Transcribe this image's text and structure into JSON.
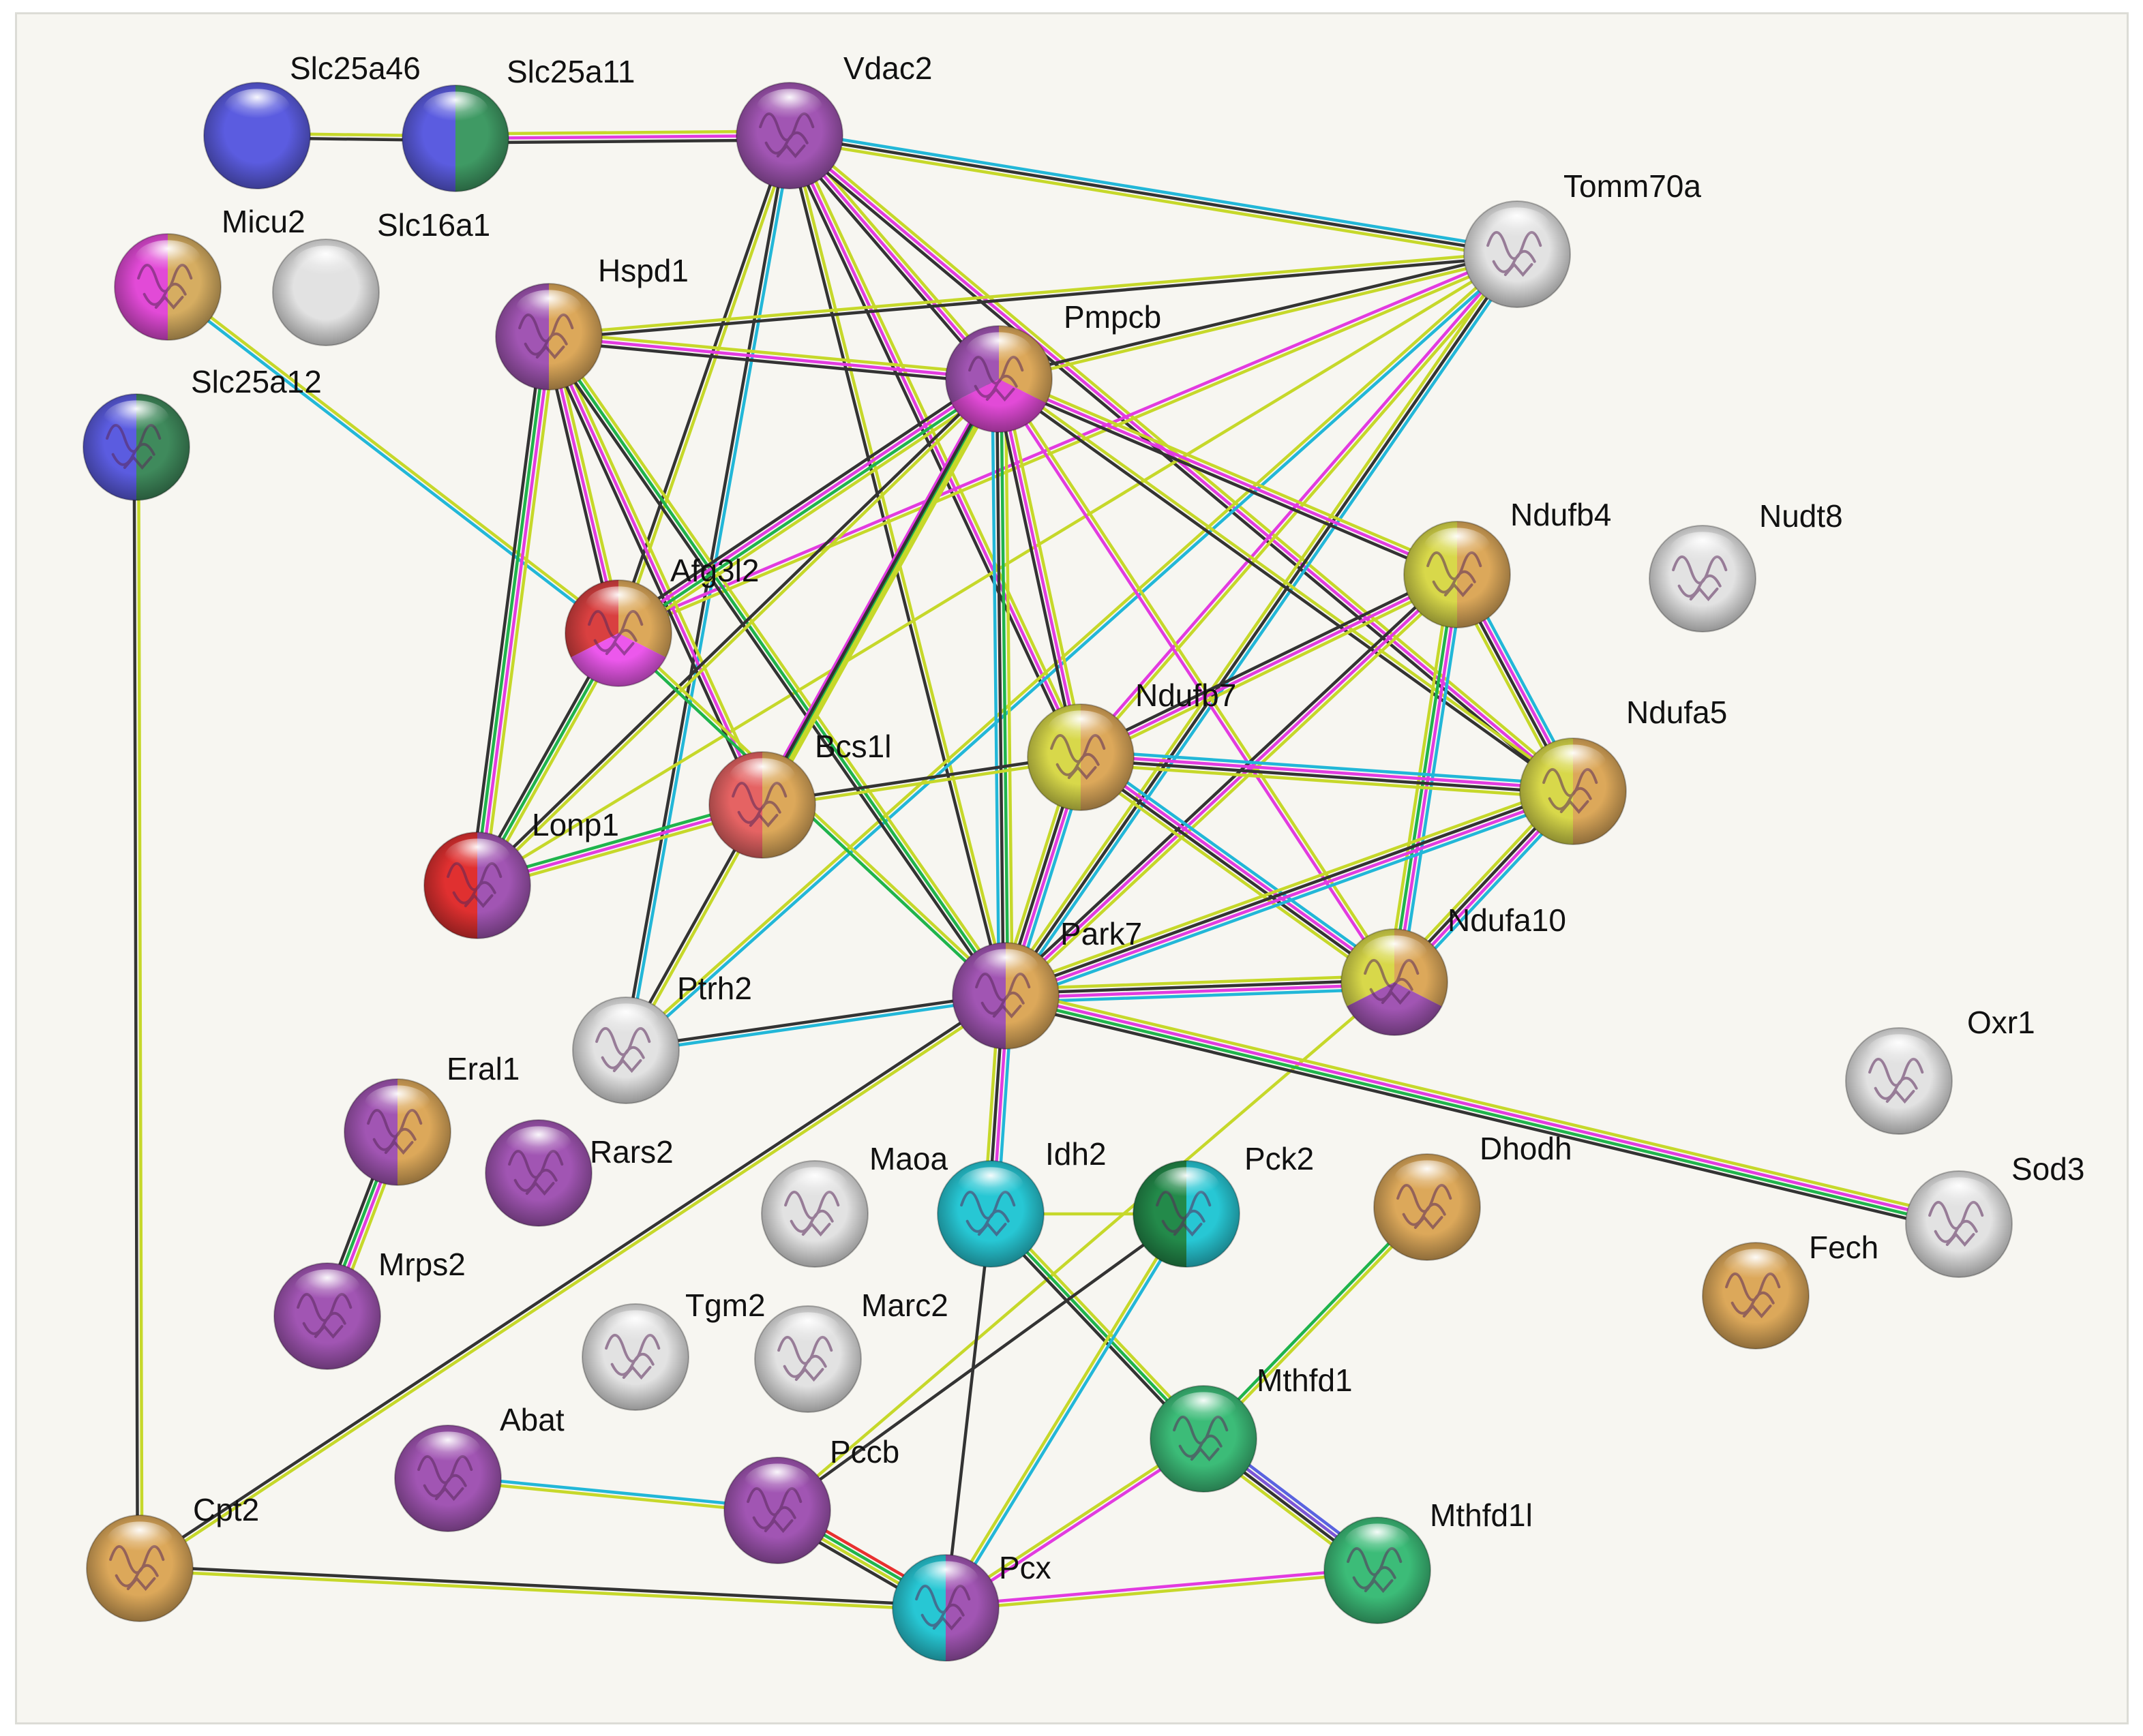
{
  "colors": {
    "yellowgreen": "#c6d82a",
    "black": "#333333",
    "magenta": "#e23be0",
    "cyan": "#22b7d8",
    "green": "#1fb44c",
    "blue": "#5a63e0",
    "red": "#e8302f",
    "violet": "#7b55d6"
  },
  "nodes": [
    {
      "id": "Slc25a46",
      "label": "Slc25a46",
      "fill": [
        "#5b5ce0"
      ],
      "structure": false
    },
    {
      "id": "Slc25a11",
      "label": "Slc25a11",
      "fill": [
        "#5b5ce0",
        "#3f9a64"
      ],
      "structure": false
    },
    {
      "id": "Vdac2",
      "label": "Vdac2",
      "fill": [
        "#a155b3"
      ],
      "structure": true
    },
    {
      "id": "Tomm70a",
      "label": "Tomm70a",
      "fill": [
        "#e2e2e2"
      ],
      "structure": true
    },
    {
      "id": "Micu2",
      "label": "Micu2",
      "fill": [
        "#e24ad7",
        "#d6ad61"
      ],
      "structure": true
    },
    {
      "id": "Slc16a1",
      "label": "Slc16a1",
      "fill": [
        "#e2e2e2"
      ],
      "structure": false
    },
    {
      "id": "Hspd1",
      "label": "Hspd1",
      "fill": [
        "#a155b3",
        "#dca85a"
      ],
      "structure": true
    },
    {
      "id": "Pmpcb",
      "label": "Pmpcb",
      "fill": [
        "#a155b3",
        "#dca85a",
        "#e24ad7"
      ],
      "structure": true
    },
    {
      "id": "Slc25a12",
      "label": "Slc25a12",
      "fill": [
        "#5b5ce0",
        "#3f8a5c"
      ],
      "structure": true
    },
    {
      "id": "Ndufb4",
      "label": "Ndufb4",
      "fill": [
        "#d8d84a",
        "#dca85a"
      ],
      "structure": true
    },
    {
      "id": "Nudt8",
      "label": "Nudt8",
      "fill": [
        "#e2e2e2"
      ],
      "structure": true
    },
    {
      "id": "Afg3l2",
      "label": "Afg3l2",
      "fill": [
        "#d94040",
        "#dca85a",
        "#ec58ec"
      ],
      "structure": true
    },
    {
      "id": "Ndufb7",
      "label": "Ndufb7",
      "fill": [
        "#d8d84a",
        "#dca85a"
      ],
      "structure": true
    },
    {
      "id": "Ndufa5",
      "label": "Ndufa5",
      "fill": [
        "#d8d84a",
        "#dca85a"
      ],
      "structure": true
    },
    {
      "id": "Bcs1l",
      "label": "Bcs1l",
      "fill": [
        "#e56363",
        "#dca85a"
      ],
      "structure": true
    },
    {
      "id": "Lonp1",
      "label": "Lonp1",
      "fill": [
        "#e03030",
        "#a155b3"
      ],
      "structure": true
    },
    {
      "id": "Park7",
      "label": "Park7",
      "fill": [
        "#a155b3",
        "#dca85a"
      ],
      "structure": true
    },
    {
      "id": "Ndufa10",
      "label": "Ndufa10",
      "fill": [
        "#d8d84a",
        "#dca85a",
        "#a155b3"
      ],
      "structure": true
    },
    {
      "id": "Ptrh2",
      "label": "Ptrh2",
      "fill": [
        "#e2e2e2"
      ],
      "structure": true
    },
    {
      "id": "Oxr1",
      "label": "Oxr1",
      "fill": [
        "#e2e2e2"
      ],
      "structure": true
    },
    {
      "id": "Eral1",
      "label": "Eral1",
      "fill": [
        "#a155b3",
        "#dca85a"
      ],
      "structure": true
    },
    {
      "id": "Rars2",
      "label": "Rars2",
      "fill": [
        "#a155b3"
      ],
      "structure": true
    },
    {
      "id": "Maoa",
      "label": "Maoa",
      "fill": [
        "#e2e2e2"
      ],
      "structure": true
    },
    {
      "id": "Idh2",
      "label": "Idh2",
      "fill": [
        "#27c7d4"
      ],
      "structure": true
    },
    {
      "id": "Pck2",
      "label": "Pck2",
      "fill": [
        "#238a4a",
        "#27c7d4"
      ],
      "structure": true
    },
    {
      "id": "Dhodh",
      "label": "Dhodh",
      "fill": [
        "#dca85a"
      ],
      "structure": true
    },
    {
      "id": "Sod3",
      "label": "Sod3",
      "fill": [
        "#e2e2e2"
      ],
      "structure": true
    },
    {
      "id": "Fech",
      "label": "Fech",
      "fill": [
        "#dca85a"
      ],
      "structure": true
    },
    {
      "id": "Mrps2",
      "label": "Mrps2",
      "fill": [
        "#a155b3"
      ],
      "structure": true
    },
    {
      "id": "Tgm2",
      "label": "Tgm2",
      "fill": [
        "#e2e2e2"
      ],
      "structure": true
    },
    {
      "id": "Marc2",
      "label": "Marc2",
      "fill": [
        "#e2e2e2"
      ],
      "structure": true
    },
    {
      "id": "Abat",
      "label": "Abat",
      "fill": [
        "#a155b3"
      ],
      "structure": true
    },
    {
      "id": "Mthfd1",
      "label": "Mthfd1",
      "fill": [
        "#3cbc78"
      ],
      "structure": true
    },
    {
      "id": "Pccb",
      "label": "Pccb",
      "fill": [
        "#a155b3"
      ],
      "structure": true
    },
    {
      "id": "Cpt2",
      "label": "Cpt2",
      "fill": [
        "#dca85a"
      ],
      "structure": true
    },
    {
      "id": "Mthfd1l",
      "label": "Mthfd1l",
      "fill": [
        "#3cbc78"
      ],
      "structure": true
    },
    {
      "id": "Pcx",
      "label": "Pcx",
      "fill": [
        "#27c7d4",
        "#a155b3"
      ],
      "structure": true
    }
  ],
  "edges": [
    {
      "from": "Slc25a46",
      "to": "Slc25a11",
      "types": [
        "yellowgreen",
        "black"
      ]
    },
    {
      "from": "Slc25a11",
      "to": "Vdac2",
      "types": [
        "yellowgreen",
        "magenta",
        "black"
      ]
    },
    {
      "from": "Vdac2",
      "to": "Tomm70a",
      "types": [
        "cyan",
        "black",
        "yellowgreen"
      ]
    },
    {
      "from": "Vdac2",
      "to": "Pmpcb",
      "types": [
        "yellowgreen",
        "magenta",
        "black"
      ]
    },
    {
      "from": "Vdac2",
      "to": "Afg3l2",
      "types": [
        "yellowgreen",
        "black"
      ]
    },
    {
      "from": "Vdac2",
      "to": "Ptrh2",
      "types": [
        "cyan",
        "black"
      ]
    },
    {
      "from": "Vdac2",
      "to": "Park7",
      "types": [
        "yellowgreen",
        "black"
      ]
    },
    {
      "from": "Vdac2",
      "to": "Ndufb7",
      "types": [
        "yellowgreen",
        "magenta",
        "black"
      ]
    },
    {
      "from": "Vdac2",
      "to": "Ndufa5",
      "types": [
        "yellowgreen",
        "magenta",
        "black"
      ]
    },
    {
      "from": "Tomm70a",
      "to": "Hspd1",
      "types": [
        "black",
        "yellowgreen"
      ]
    },
    {
      "from": "Tomm70a",
      "to": "Pmpcb",
      "types": [
        "yellowgreen",
        "black"
      ]
    },
    {
      "from": "Tomm70a",
      "to": "Afg3l2",
      "types": [
        "yellowgreen",
        "magenta"
      ]
    },
    {
      "from": "Tomm70a",
      "to": "Park7",
      "types": [
        "cyan",
        "black",
        "yellowgreen"
      ]
    },
    {
      "from": "Tomm70a",
      "to": "Ndufb7",
      "types": [
        "yellowgreen",
        "magenta"
      ]
    },
    {
      "from": "Tomm70a",
      "to": "Ptrh2",
      "types": [
        "cyan",
        "yellowgreen"
      ]
    },
    {
      "from": "Tomm70a",
      "to": "Lonp1",
      "types": [
        "yellowgreen"
      ]
    },
    {
      "from": "Micu2",
      "to": "Afg3l2",
      "types": [
        "yellowgreen",
        "cyan"
      ]
    },
    {
      "from": "Hspd1",
      "to": "Pmpcb",
      "types": [
        "yellowgreen",
        "magenta",
        "black"
      ]
    },
    {
      "from": "Hspd1",
      "to": "Afg3l2",
      "types": [
        "yellowgreen",
        "magenta",
        "black"
      ]
    },
    {
      "from": "Hspd1",
      "to": "Lonp1",
      "types": [
        "yellowgreen",
        "magenta",
        "green",
        "black"
      ]
    },
    {
      "from": "Hspd1",
      "to": "Bcs1l",
      "types": [
        "yellowgreen",
        "magenta",
        "black"
      ]
    },
    {
      "from": "Hspd1",
      "to": "Park7",
      "types": [
        "yellowgreen",
        "green",
        "black"
      ]
    },
    {
      "from": "Pmpcb",
      "to": "Afg3l2",
      "types": [
        "yellowgreen",
        "green",
        "magenta",
        "black"
      ]
    },
    {
      "from": "Pmpcb",
      "to": "Bcs1l",
      "types": [
        "yellowgreen",
        "green",
        "magenta"
      ]
    },
    {
      "from": "Pmpcb",
      "to": "Lonp1",
      "types": [
        "yellowgreen",
        "black"
      ]
    },
    {
      "from": "Pmpcb",
      "to": "Park7",
      "types": [
        "yellowgreen",
        "green",
        "black",
        "cyan"
      ]
    },
    {
      "from": "Pmpcb",
      "to": "Ndufb7",
      "types": [
        "yellowgreen",
        "magenta",
        "black"
      ]
    },
    {
      "from": "Pmpcb",
      "to": "Ndufb4",
      "types": [
        "yellowgreen",
        "magenta",
        "black"
      ]
    },
    {
      "from": "Pmpcb",
      "to": "Ndufa5",
      "types": [
        "yellowgreen",
        "black"
      ]
    },
    {
      "from": "Pmpcb",
      "to": "Ndufa10",
      "types": [
        "yellowgreen",
        "magenta"
      ]
    },
    {
      "from": "Pmpcb",
      "to": "Ptrh2",
      "types": [
        "yellowgreen",
        "black"
      ]
    },
    {
      "from": "Slc25a12",
      "to": "Cpt2",
      "types": [
        "yellowgreen",
        "black"
      ]
    },
    {
      "from": "Afg3l2",
      "to": "Lonp1",
      "types": [
        "yellowgreen",
        "green",
        "black"
      ]
    },
    {
      "from": "Afg3l2",
      "to": "Park7",
      "types": [
        "yellowgreen",
        "green"
      ]
    },
    {
      "from": "Bcs1l",
      "to": "Lonp1",
      "types": [
        "yellowgreen",
        "magenta",
        "green"
      ]
    },
    {
      "from": "Bcs1l",
      "to": "Ndufb7",
      "types": [
        "black",
        "yellowgreen"
      ]
    },
    {
      "from": "Ndufb4",
      "to": "Ndufb7",
      "types": [
        "yellowgreen",
        "magenta",
        "black"
      ]
    },
    {
      "from": "Ndufb4",
      "to": "Ndufa5",
      "types": [
        "cyan",
        "magenta",
        "black",
        "yellowgreen"
      ]
    },
    {
      "from": "Ndufb4",
      "to": "Ndufa10",
      "types": [
        "cyan",
        "magenta",
        "green",
        "yellowgreen"
      ]
    },
    {
      "from": "Ndufb4",
      "to": "Park7",
      "types": [
        "yellowgreen",
        "magenta",
        "black"
      ]
    },
    {
      "from": "Ndufb7",
      "to": "Ndufa5",
      "types": [
        "cyan",
        "magenta",
        "black",
        "yellowgreen"
      ]
    },
    {
      "from": "Ndufb7",
      "to": "Ndufa10",
      "types": [
        "cyan",
        "magenta",
        "black",
        "yellowgreen"
      ]
    },
    {
      "from": "Ndufb7",
      "to": "Park7",
      "types": [
        "cyan",
        "magenta",
        "black",
        "yellowgreen"
      ]
    },
    {
      "from": "Ndufa5",
      "to": "Ndufa10",
      "types": [
        "cyan",
        "magenta",
        "black",
        "yellowgreen"
      ]
    },
    {
      "from": "Ndufa5",
      "to": "Park7",
      "types": [
        "cyan",
        "magenta",
        "black",
        "yellowgreen"
      ]
    },
    {
      "from": "Ndufa10",
      "to": "Park7",
      "types": [
        "cyan",
        "magenta",
        "black",
        "yellowgreen"
      ]
    },
    {
      "from": "Ndufa10",
      "to": "Pccb",
      "types": [
        "yellowgreen"
      ]
    },
    {
      "from": "Park7",
      "to": "Sod3",
      "types": [
        "yellowgreen",
        "magenta",
        "green",
        "black"
      ]
    },
    {
      "from": "Park7",
      "to": "Idh2",
      "types": [
        "cyan",
        "magenta",
        "black",
        "yellowgreen"
      ]
    },
    {
      "from": "Park7",
      "to": "Cpt2",
      "types": [
        "yellowgreen",
        "black"
      ]
    },
    {
      "from": "Park7",
      "to": "Ptrh2",
      "types": [
        "cyan",
        "black"
      ]
    },
    {
      "from": "Eral1",
      "to": "Mrps2",
      "types": [
        "yellowgreen",
        "magenta",
        "green",
        "black"
      ]
    },
    {
      "from": "Idh2",
      "to": "Pck2",
      "types": [
        "yellowgreen"
      ]
    },
    {
      "from": "Idh2",
      "to": "Pcx",
      "types": [
        "black"
      ]
    },
    {
      "from": "Idh2",
      "to": "Mthfd1",
      "types": [
        "yellowgreen",
        "green",
        "black"
      ]
    },
    {
      "from": "Pck2",
      "to": "Pcx",
      "types": [
        "cyan",
        "yellowgreen"
      ]
    },
    {
      "from": "Pck2",
      "to": "Pccb",
      "types": [
        "black"
      ]
    },
    {
      "from": "Dhodh",
      "to": "Mthfd1",
      "types": [
        "yellowgreen",
        "green"
      ]
    },
    {
      "from": "Abat",
      "to": "Pccb",
      "types": [
        "cyan",
        "yellowgreen"
      ]
    },
    {
      "from": "Pccb",
      "to": "Pcx",
      "types": [
        "red",
        "green",
        "yellowgreen",
        "black"
      ]
    },
    {
      "from": "Mthfd1",
      "to": "Pcx",
      "types": [
        "magenta",
        "yellowgreen"
      ]
    },
    {
      "from": "Mthfd1",
      "to": "Mthfd1l",
      "types": [
        "blue",
        "violet",
        "black",
        "yellowgreen"
      ]
    },
    {
      "from": "Cpt2",
      "to": "Pcx",
      "types": [
        "black",
        "yellowgreen"
      ]
    },
    {
      "from": "Pcx",
      "to": "Mthfd1l",
      "types": [
        "magenta",
        "yellowgreen"
      ]
    }
  ]
}
